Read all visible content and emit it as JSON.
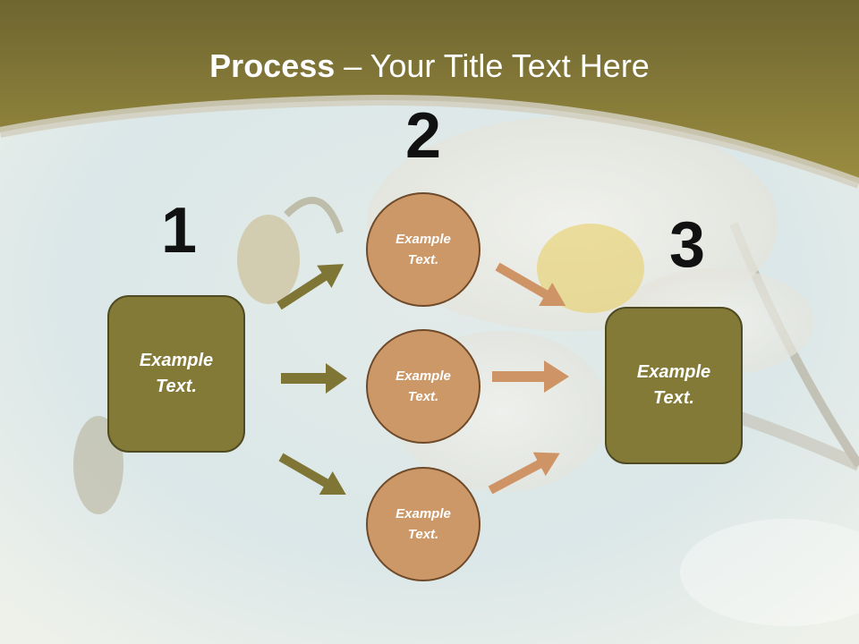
{
  "title": {
    "bold": "Process",
    "rest": " – Your Title Text Here"
  },
  "steps": [
    {
      "number": "1",
      "label": "Example Text."
    },
    {
      "number": "2",
      "label": ""
    },
    {
      "number": "3",
      "label": "Example Text."
    }
  ],
  "circles": [
    {
      "label": "Example Text."
    },
    {
      "label": "Example Text."
    },
    {
      "label": "Example Text."
    }
  ],
  "colors": {
    "header": "#8a7d3a",
    "box_fill": "#847a38",
    "circle_fill": "#cd9868",
    "arrow_left": "#7f7636",
    "arrow_right": "#cf9466"
  }
}
